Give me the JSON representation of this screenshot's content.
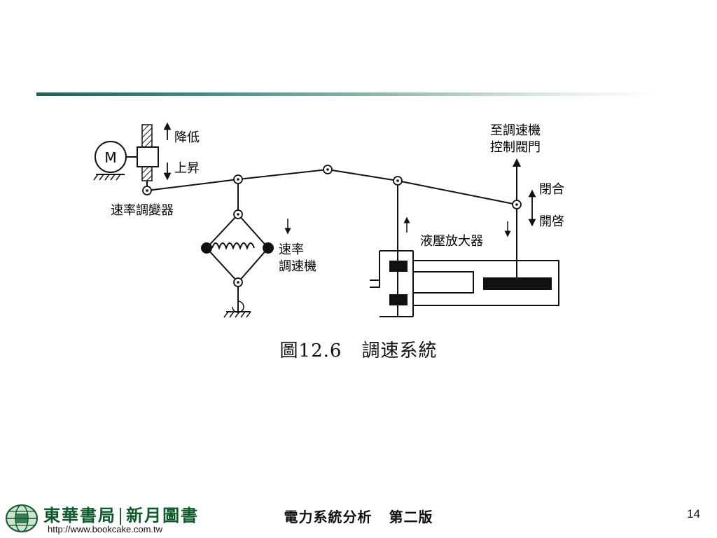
{
  "diagram": {
    "motor_label": "M",
    "arrow_up_label": "降低",
    "arrow_down_label": "上昇",
    "speed_changer_label": "速率調變器",
    "governor_label_line1": "速率",
    "governor_label_line2": "調速機",
    "valve_label_line1": "至調速機",
    "valve_label_line2": "控制閥門",
    "close_label": "閉合",
    "open_label": "開啓",
    "amplifier_label": "液壓放大器"
  },
  "caption": {
    "figure_number": "圖12.6",
    "figure_title": "調速系統"
  },
  "footer": {
    "book_title": "電力系統分析",
    "edition": "第二版",
    "page_number": "14",
    "publisher_name_1": "東華書局",
    "publisher_name_2": "新月圖書",
    "publisher_url": "http://www.bookcake.com.tw"
  },
  "colors": {
    "accent_rule": "#2f7a6f",
    "publisher_green": "#0d5a2a",
    "ink": "#111111"
  }
}
